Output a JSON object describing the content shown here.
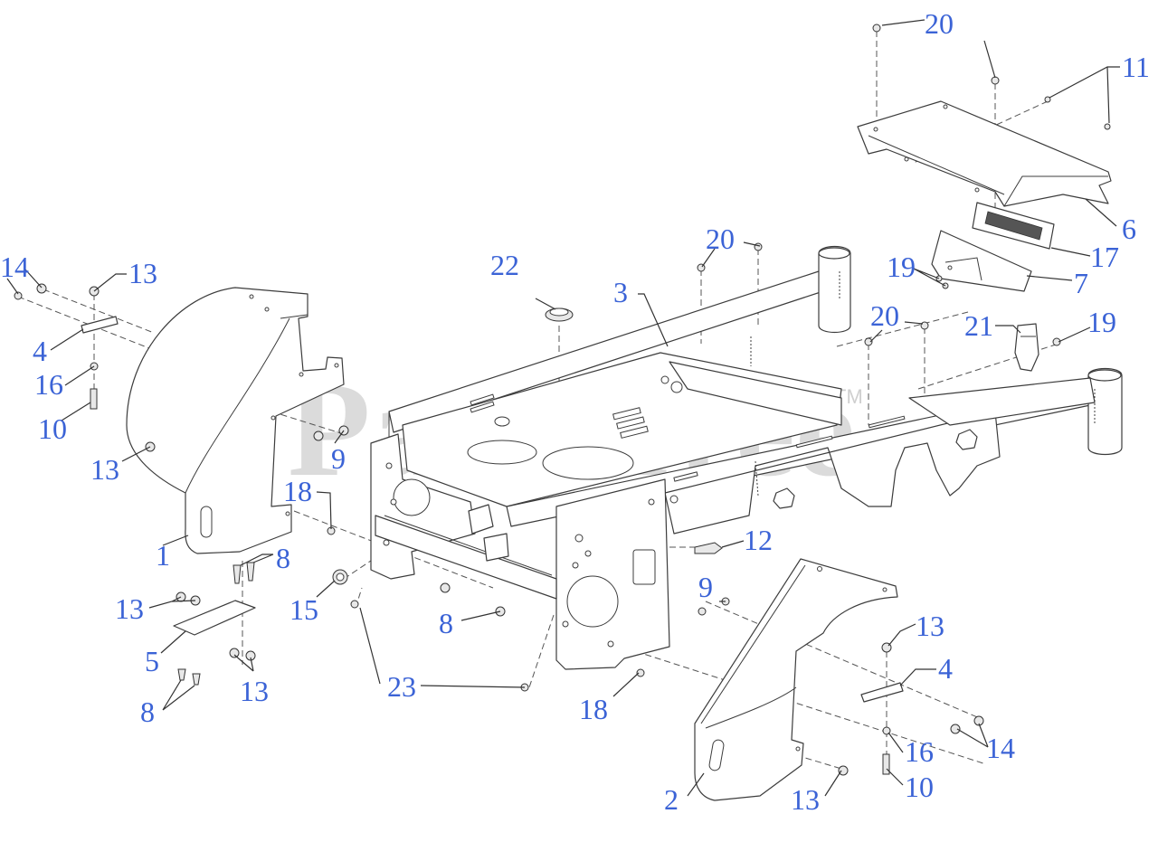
{
  "watermark": {
    "text": "PartsTree",
    "trademark": "TM"
  },
  "callouts": [
    "1",
    "2",
    "3",
    "4",
    "4",
    "5",
    "6",
    "7",
    "8",
    "8",
    "8",
    "8",
    "9",
    "9",
    "10",
    "10",
    "11",
    "12",
    "13",
    "13",
    "13",
    "13",
    "13",
    "13",
    "13",
    "14",
    "14",
    "15",
    "16",
    "16",
    "17",
    "18",
    "18",
    "19",
    "19",
    "20",
    "20",
    "20",
    "20",
    "21",
    "22",
    "23"
  ]
}
